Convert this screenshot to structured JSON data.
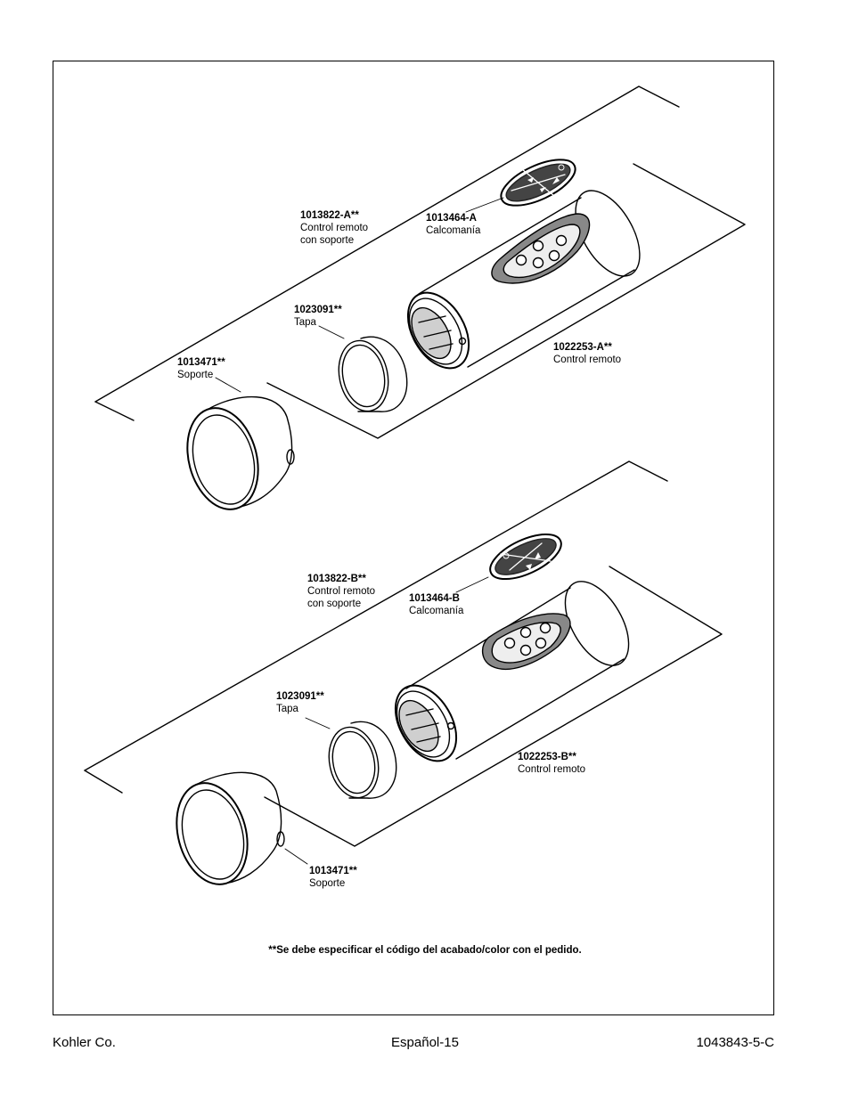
{
  "diagram_a": {
    "remote_with_bracket": {
      "part": "1013822-A**",
      "desc_1": "Control remoto",
      "desc_2": "con soporte"
    },
    "decal": {
      "part": "1013464-A",
      "desc": "Calcomanía"
    },
    "cap": {
      "part": "1023091**",
      "desc": "Tapa"
    },
    "bracket": {
      "part": "1013471**",
      "desc": "Soporte"
    },
    "remote": {
      "part": "1022253-A**",
      "desc": "Control remoto"
    }
  },
  "diagram_b": {
    "remote_with_bracket": {
      "part": "1013822-B**",
      "desc_1": "Control remoto",
      "desc_2": "con soporte"
    },
    "decal": {
      "part": "1013464-B",
      "desc": "Calcomanía"
    },
    "cap": {
      "part": "1023091**",
      "desc": "Tapa"
    },
    "bracket": {
      "part": "1013471**",
      "desc": "Soporte"
    },
    "remote": {
      "part": "1022253-B**",
      "desc": "Control remoto"
    }
  },
  "note": "**Se debe especificar el código del acabado/color con el pedido.",
  "footer": {
    "left": "Kohler Co.",
    "center": "Español-15",
    "right": "1043843-5-C"
  }
}
